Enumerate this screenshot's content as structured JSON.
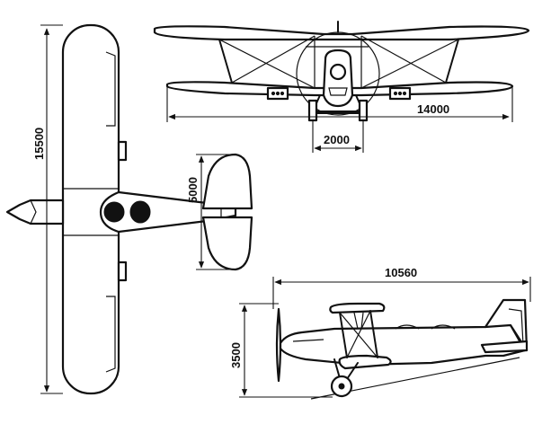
{
  "dimensions": {
    "top_view_span": "15500",
    "front_view_span": "14000",
    "front_view_track": "2000",
    "tailplane_span": "5000",
    "side_view_length": "10560",
    "side_view_height": "3500"
  }
}
